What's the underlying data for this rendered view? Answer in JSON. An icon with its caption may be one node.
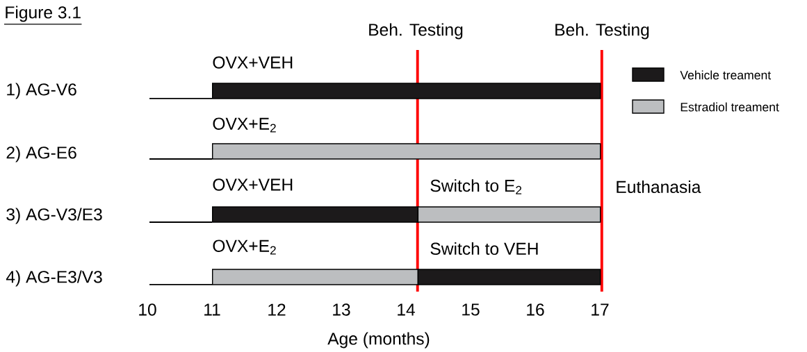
{
  "diagram": {
    "title": "Figure 3.1",
    "nodes": [
      {
        "text": [],
        "shape": "bar",
        "beside": [
          "OVX+VEH"
        ]
      },
      {
        "text": [],
        "shape": "bar",
        "beside": [
          "OVX+E$_{2}$"
        ]
      },
      {
        "text": [],
        "shape": "bar",
        "beside": [
          "OVX+VEH"
        ]
      },
      {
        "text": [],
        "shape": "bar",
        "beside": [
          "Switch to E$_{2}$"
        ]
      },
      {
        "text": [],
        "shape": "bar",
        "beside": [
          "OVX+E$_{2}$"
        ]
      },
      {
        "text": [],
        "shape": "bar",
        "beside": [
          "Switch to VEH"
        ]
      }
    ],
    "labels": [
      "Beh. Testing",
      "Beh. Testing",
      "1)  AG-V6",
      "2)  AG-E6",
      "Euthanasia",
      "3)  AG-V3/E3",
      "4)  AG-E3/V3",
      "10",
      "11",
      "12",
      "13",
      "14",
      "15",
      "16",
      "17",
      "Age (months)"
    ],
    "legend": [
      {
        "text": "Vehicle treament",
        "color": "#1c1a1b"
      },
      {
        "text": "Estradiol treament",
        "color": "#bcbec0"
      }
    ]
  }
}
